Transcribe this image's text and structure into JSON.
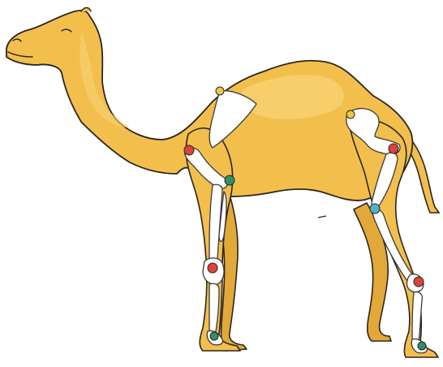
{
  "illustration": {
    "subject": "camel-skeletal-leg-joints",
    "colors": {
      "background": "#ffffff",
      "body_fill": "#f3bf4c",
      "body_highlight": "#f8d478",
      "body_shade": "#e3a83a",
      "outline": "#2a2520",
      "bone_fill": "#ffffff",
      "bone_outline": "#3a3a3a"
    },
    "joint_markers": [
      {
        "id": "shoulder-top",
        "color": "#e8c84a"
      },
      {
        "id": "shoulder",
        "color": "#d9453a"
      },
      {
        "id": "elbow",
        "color": "#2f8f6a"
      },
      {
        "id": "front-knee",
        "color": "#d9453a"
      },
      {
        "id": "front-fetlock",
        "color": "#2f8f6a"
      },
      {
        "id": "hip-top",
        "color": "#e8c84a"
      },
      {
        "id": "hip",
        "color": "#d9453a"
      },
      {
        "id": "stifle",
        "color": "#4fb3c9"
      },
      {
        "id": "hock",
        "color": "#d9453a"
      },
      {
        "id": "hind-fetlock",
        "color": "#2f8f6a"
      }
    ]
  }
}
